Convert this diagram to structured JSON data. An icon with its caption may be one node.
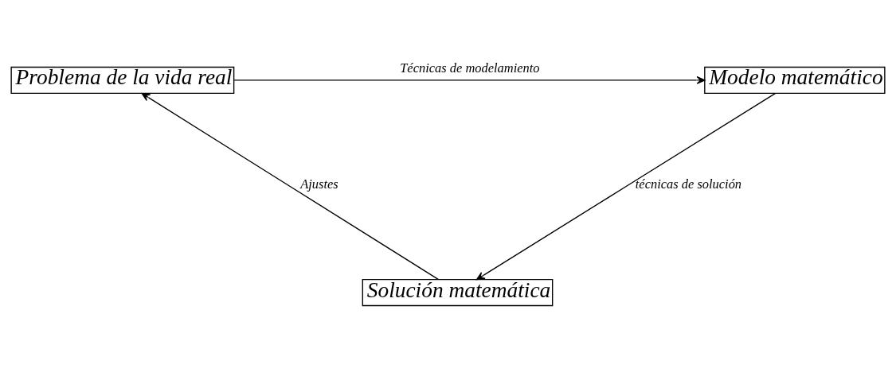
{
  "diagram": {
    "nodes": [
      {
        "text": [
          "Problema de la vida real"
        ]
      },
      {
        "text": [
          "Modelo matemático"
        ]
      },
      {
        "text": [
          "Solución matemática"
        ]
      }
    ],
    "edges": [
      {
        "from": 0,
        "to": 1,
        "arrow": "to",
        "label": "Técnicas de modelamiento"
      },
      {
        "from": 1,
        "to": 2,
        "arrow": "to",
        "label": "técnicas de solución"
      },
      {
        "from": 2,
        "to": 0,
        "arrow": "to",
        "label": "Ajustes"
      }
    ]
  }
}
